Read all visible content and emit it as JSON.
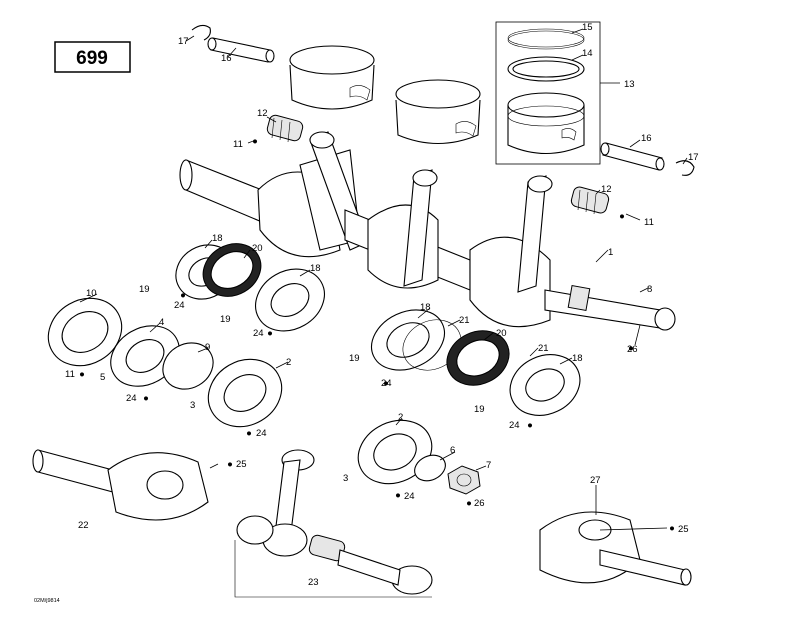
{
  "diagram_number": "699",
  "reference_code": "02M/j9814",
  "marker_glyph": "●",
  "callouts": {
    "c1": "1",
    "c2a": "2",
    "c2b": "2",
    "c3a": "3",
    "c3b": "3",
    "c4": "4",
    "c5": "5",
    "c6": "6",
    "c7": "7",
    "c8": "8",
    "c9": "9",
    "c10": "10",
    "c11a": "11",
    "c11b": "11",
    "c11c": "11",
    "c12a": "12",
    "c12b": "12",
    "c13": "13",
    "c14": "14",
    "c15": "15",
    "c16a": "16",
    "c16b": "16",
    "c17a": "17",
    "c17b": "17",
    "c18a": "18",
    "c18b": "18",
    "c18c": "18",
    "c18d": "18",
    "c19a": "19",
    "c19b": "19",
    "c19c": "19",
    "c19d": "19",
    "c20a": "20",
    "c20b": "20",
    "c21a": "21",
    "c21b": "21",
    "c22": "22",
    "c23": "23",
    "c24a": "24",
    "c24b": "24",
    "c24c": "24",
    "c24d": "24",
    "c24e": "24",
    "c24f": "24",
    "c24g": "24",
    "c25a": "25",
    "c25b": "25",
    "c26a": "26",
    "c26b": "26",
    "c27": "27"
  }
}
